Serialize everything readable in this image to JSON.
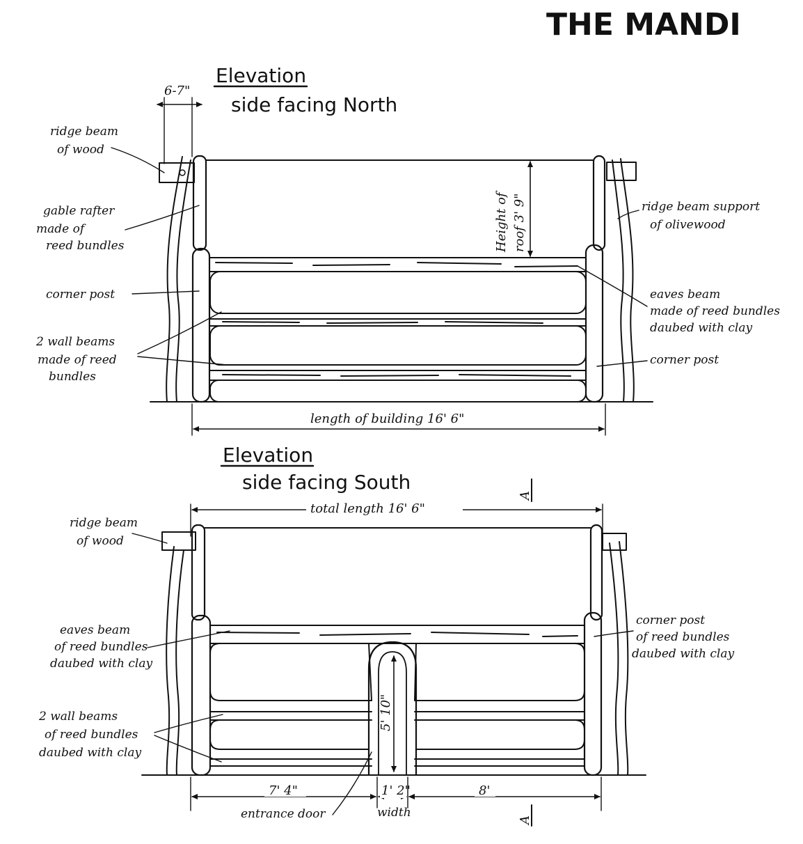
{
  "title": "THE MANDI",
  "north": {
    "heading": "Elevation",
    "subheading": "side facing North",
    "gap_dimension": "6-7\"",
    "labels": {
      "ridge_beam_1": "ridge beam",
      "ridge_beam_2": "of wood",
      "gable_1": "gable rafter",
      "gable_2": "made of",
      "gable_3": "reed bundles",
      "corner_post_left": "corner post",
      "wall_beams_1": "2 wall beams",
      "wall_beams_2": "made of reed",
      "wall_beams_3": "bundles",
      "support_1": "ridge beam support",
      "support_2": "of olivewood",
      "eaves_1": "eaves beam",
      "eaves_2": "made of reed bundles",
      "eaves_3": "daubed with clay",
      "corner_post_right": "corner post"
    },
    "roof_height_1": "Height of",
    "roof_height_2": "roof 3' 9\"",
    "length": "length of building  16' 6\""
  },
  "south": {
    "heading": "Elevation",
    "subheading": "side facing  South",
    "section_mark": "A",
    "total_length": "total length  16' 6\"",
    "labels": {
      "ridge_beam_1": "ridge beam",
      "ridge_beam_2": "of wood",
      "eaves_1": "eaves beam",
      "eaves_2": "of reed bundles",
      "eaves_3": "daubed with clay",
      "wall_beams_1": "2 wall beams",
      "wall_beams_2": "of reed bundles",
      "wall_beams_3": "daubed with clay",
      "corner_1": "corner post",
      "corner_2": "of reed bundles",
      "corner_3": "daubed with clay",
      "entrance": "entrance door",
      "width": "width"
    },
    "door_height": "5' 10\"",
    "left_length": "7' 4\"",
    "door_width": "1' 2\"",
    "right_length": "8'"
  }
}
